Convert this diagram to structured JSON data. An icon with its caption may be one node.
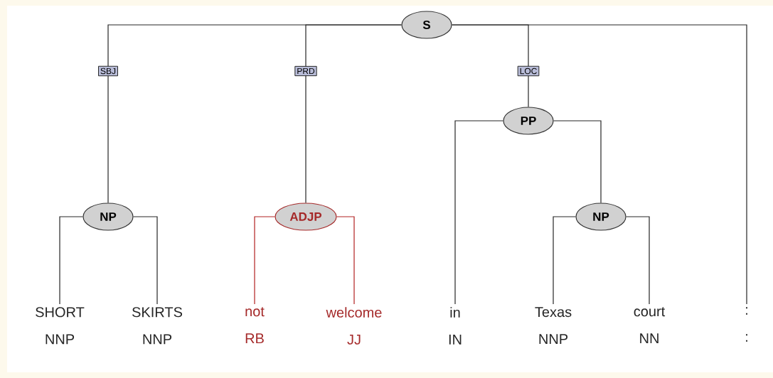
{
  "diagram": {
    "nodes": [
      {
        "text": [
          "S"
        ]
      },
      {
        "text": [
          "NP"
        ]
      },
      {
        "text": [
          "ADJP"
        ]
      },
      {
        "text": [
          "PP"
        ]
      },
      {
        "text": [
          "NP"
        ]
      },
      {
        "text": [
          "SHORT",
          "NNP"
        ]
      },
      {
        "text": [
          "SKIRTS",
          "NNP"
        ]
      },
      {
        "text": [
          "not",
          "RB"
        ]
      },
      {
        "text": [
          "welcome",
          "JJ"
        ]
      },
      {
        "text": [
          "in",
          "IN"
        ]
      },
      {
        "text": [
          "Texas",
          "NNP"
        ]
      },
      {
        "text": [
          "court",
          "NN"
        ]
      },
      {
        "text": [
          ":",
          ":"
        ]
      }
    ],
    "edges": [
      {
        "from": 0,
        "to": 1,
        "arrow": "none",
        "label": "SBJ"
      },
      {
        "from": 0,
        "to": 2,
        "arrow": "none",
        "label": "PRD"
      },
      {
        "from": 0,
        "to": 3,
        "arrow": "none",
        "label": "LOC"
      },
      {
        "from": 0,
        "to": 12,
        "arrow": "none"
      },
      {
        "from": 1,
        "to": 5,
        "arrow": "none"
      },
      {
        "from": 1,
        "to": 6,
        "arrow": "none"
      },
      {
        "from": 2,
        "to": 7,
        "arrow": "none",
        "color": "#b22222"
      },
      {
        "from": 2,
        "to": 8,
        "arrow": "none",
        "color": "#b22222"
      },
      {
        "from": 3,
        "to": 9,
        "arrow": "none"
      },
      {
        "from": 3,
        "to": 4,
        "arrow": "none"
      },
      {
        "from": 4,
        "to": 10,
        "arrow": "none"
      },
      {
        "from": 4,
        "to": 11,
        "arrow": "none"
      }
    ]
  }
}
